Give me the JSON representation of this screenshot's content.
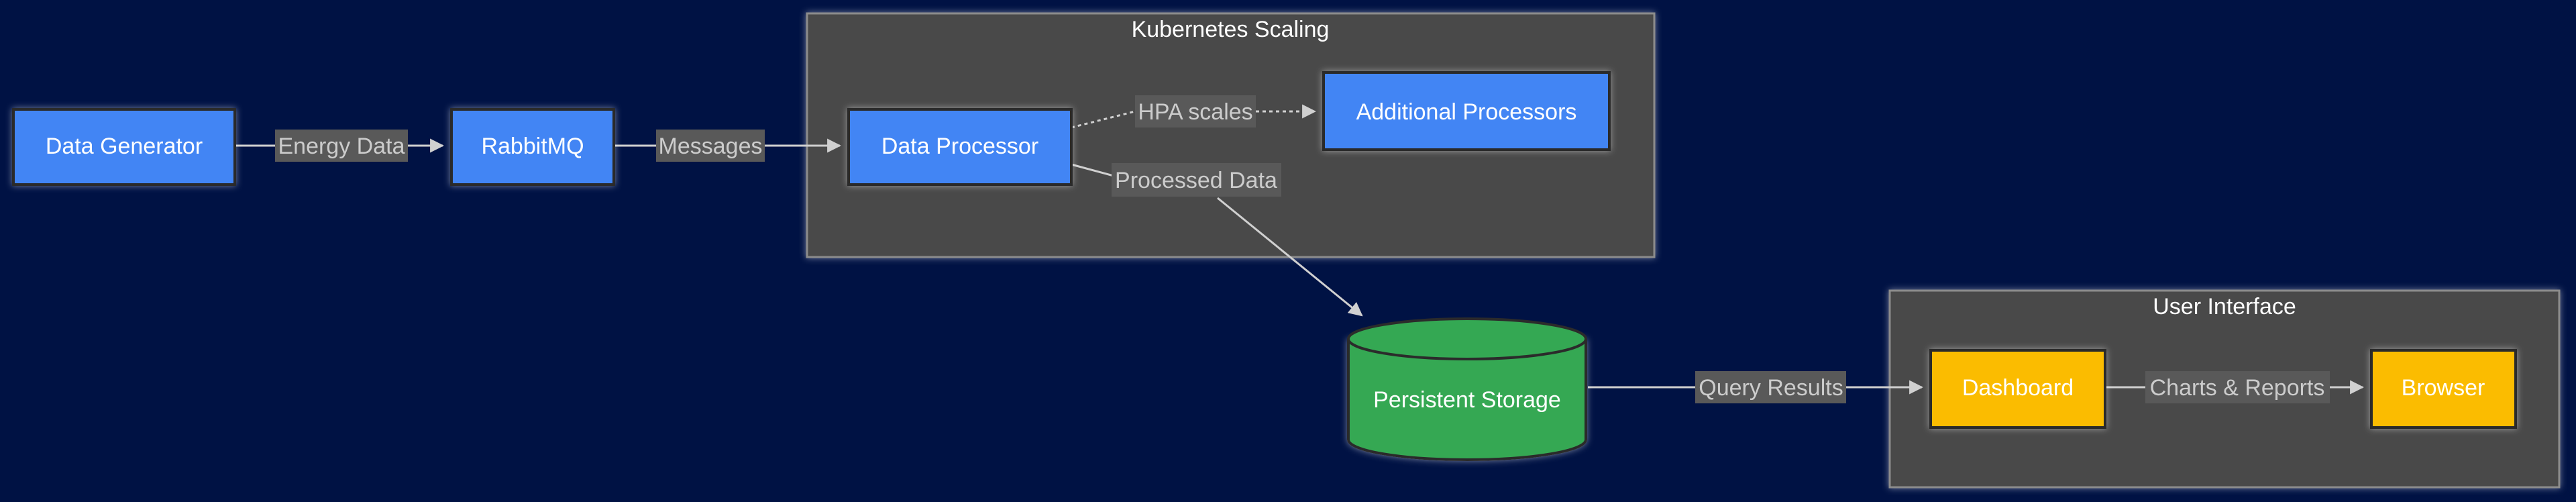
{
  "clusters": {
    "kubernetes": {
      "title": "Kubernetes Scaling"
    },
    "ui": {
      "title": "User Interface"
    }
  },
  "nodes": {
    "data_generator": "Data Generator",
    "rabbitmq": "RabbitMQ",
    "data_processor": "Data Processor",
    "additional_processors": "Additional Processors",
    "persistent_storage": "Persistent Storage",
    "dashboard": "Dashboard",
    "browser": "Browser"
  },
  "edges": {
    "energy_data": "Energy Data",
    "messages": "Messages",
    "hpa_scales": "HPA scales",
    "processed_data": "Processed Data",
    "query_results": "Query Results",
    "charts_reports": "Charts & Reports"
  },
  "colors": {
    "background": "#001244",
    "cluster_fill": "#4a4a4a",
    "cluster_stroke": "#8c8c8c",
    "blue_node": "#4285f4",
    "green_node": "#34a853",
    "yellow_node": "#fbbc04",
    "edge_line": "#d0d0d0",
    "edge_label_bg": "#595959"
  }
}
